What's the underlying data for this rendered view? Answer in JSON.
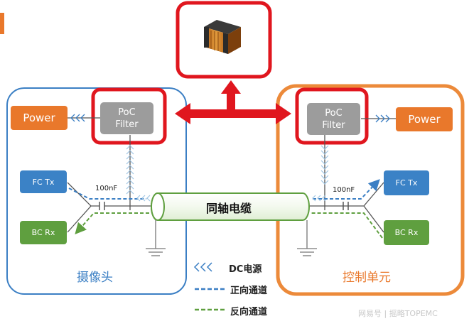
{
  "left_module": {
    "label": "摄像头",
    "power_label": "Power",
    "poc_filter_line1": "PoC",
    "poc_filter_line2": "Filter",
    "fc_label": "FC Tx",
    "bc_label": "BC Rx",
    "cap_label": "100nF"
  },
  "right_module": {
    "label": "控制单元",
    "power_label": "Power",
    "poc_filter_line1": "PoC",
    "poc_filter_line2": "Filter",
    "fc_label": "FC Tx",
    "bc_label": "BC Rx",
    "cap_label": "100nF"
  },
  "cable_label": "同轴电缆",
  "legend": [
    {
      "label": "DC电源"
    },
    {
      "label": "正向通道"
    },
    {
      "label": "反向通道"
    }
  ],
  "watermark": "网易号 | 摇略TOPEMC",
  "colors": {
    "left_border": "#3b7fc4",
    "right_border": "#ec8a3a",
    "highlight_red": "#e0161e",
    "power": "#e9782b",
    "poc_filter": "#9c9c9c",
    "fc_tx": "#3b82c6",
    "bc_rx": "#5f9f3f",
    "forward_channel": "#3b7fc4",
    "reverse_channel": "#5f9f3f",
    "cable": "#5f9f3f"
  },
  "icons": [
    "inductor-component-icon",
    "ground-icon",
    "capacitor-icon"
  ]
}
